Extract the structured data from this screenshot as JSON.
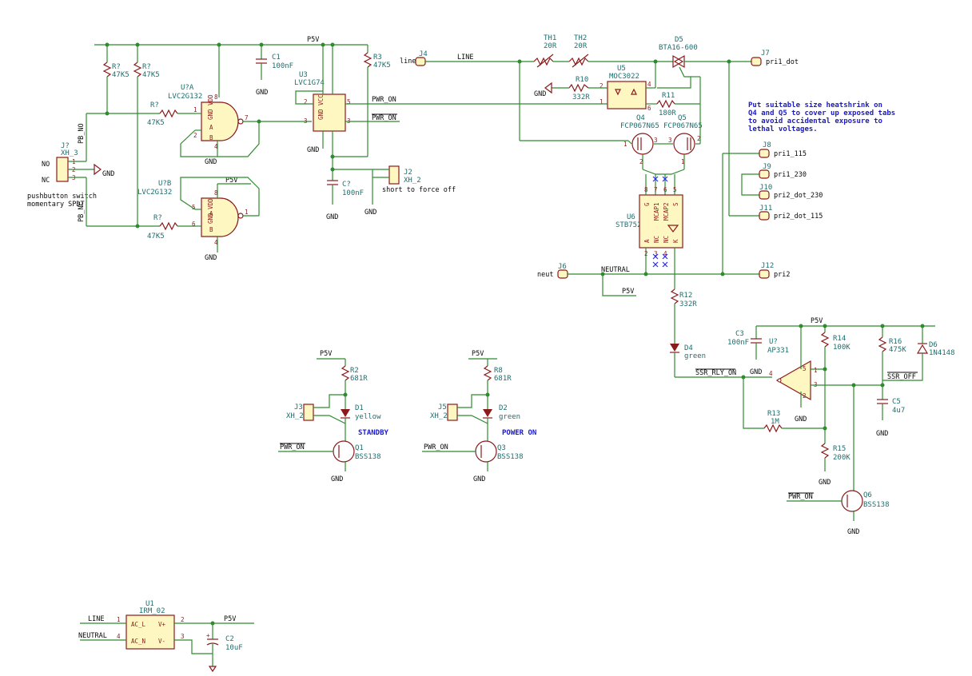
{
  "nets": {
    "p5v": "P5V",
    "gnd": "GND",
    "line": "LINE",
    "neutral": "NEUTRAL",
    "pwr_on": "PWR_ON",
    "pb_no": "PB_NO",
    "pb_nc": "PB_NC",
    "ssr_rly_on": "SSR_RLY_ON",
    "ssr_off": "SSR_OFF"
  },
  "labels": {
    "no": "NO",
    "nc": "NC",
    "pushbutton": "pushbutton switch",
    "momentary": "momentary SPDT",
    "short_to_force_off": "short to force off",
    "standby": "STANDBY",
    "power_on": "POWER ON",
    "note_line1": "Put suitable size heatshrink on",
    "note_line2": "Q4 and Q5 to cover up exposed tabs",
    "note_line3": "to avoid accidental exposure to",
    "note_line4": "lethal voltages."
  },
  "components": {
    "r_pb_no": {
      "ref": "R?",
      "value": "47K5"
    },
    "r_pb_nc": {
      "ref": "R?",
      "value": "47K5"
    },
    "r_pull1": {
      "ref": "R?",
      "value": "47K5"
    },
    "r_pull2": {
      "ref": "R?",
      "value": "47K5"
    },
    "r3": {
      "ref": "R3",
      "value": "47K5"
    },
    "c1": {
      "ref": "C1",
      "value": "100nF"
    },
    "c_u3": {
      "ref": "C?",
      "value": "100nF"
    },
    "uA": {
      "ref": "U?A",
      "value": "LVC2G132"
    },
    "uB": {
      "ref": "U?B",
      "value": "LVC2G132"
    },
    "u3": {
      "ref": "U3",
      "value": "LVC1G74"
    },
    "j_sw": {
      "ref": "J?",
      "value": "XH_3"
    },
    "j2": {
      "ref": "J2",
      "value": "XH_2"
    },
    "j4": {
      "ref": "J4",
      "value": "line"
    },
    "th1": {
      "ref": "TH1",
      "value": "20R"
    },
    "th2": {
      "ref": "TH2",
      "value": "20R"
    },
    "d5": {
      "ref": "D5",
      "value": "BTA16-600"
    },
    "j7": {
      "ref": "J7",
      "value": "pri1_dot"
    },
    "r10": {
      "ref": "R10",
      "value": "332R"
    },
    "u5": {
      "ref": "U5",
      "value": "MOC3022"
    },
    "r11": {
      "ref": "R11",
      "value": "180R"
    },
    "q4": {
      "ref": "Q4",
      "value": "FCP067N65"
    },
    "q5": {
      "ref": "Q5",
      "value": "FCP067N65"
    },
    "u6": {
      "ref": "U6",
      "value": "STB752"
    },
    "j6": {
      "ref": "J6",
      "value": "neut"
    },
    "j8": {
      "ref": "J8",
      "value": "pri1_115"
    },
    "j9": {
      "ref": "J9",
      "value": "pri1_230"
    },
    "j10": {
      "ref": "J10",
      "value": "pri2_dot_230"
    },
    "j11": {
      "ref": "J11",
      "value": "pri2_dot_115"
    },
    "j12": {
      "ref": "J12",
      "value": "pri2"
    },
    "r12": {
      "ref": "R12",
      "value": "332R"
    },
    "d4": {
      "ref": "D4",
      "value": "green"
    },
    "c3": {
      "ref": "C3",
      "value": "100nF"
    },
    "u7": {
      "ref": "U?",
      "value": "AP331"
    },
    "r14": {
      "ref": "R14",
      "value": "100K"
    },
    "r16": {
      "ref": "R16",
      "value": "475K"
    },
    "d6": {
      "ref": "D6",
      "value": "1N4148"
    },
    "r13": {
      "ref": "R13",
      "value": "1M"
    },
    "c5": {
      "ref": "C5",
      "value": "4u7"
    },
    "r15": {
      "ref": "R15",
      "value": "200K"
    },
    "q6": {
      "ref": "Q6",
      "value": "BSS138"
    },
    "r2": {
      "ref": "R2",
      "value": "681R"
    },
    "d1": {
      "ref": "D1",
      "value": "yellow"
    },
    "j3": {
      "ref": "J3",
      "value": "XH_2"
    },
    "q1": {
      "ref": "Q1",
      "value": "BSS138"
    },
    "r8": {
      "ref": "R8",
      "value": "681R"
    },
    "d2": {
      "ref": "D2",
      "value": "green"
    },
    "j5": {
      "ref": "J5",
      "value": "XH_2"
    },
    "q3": {
      "ref": "Q3",
      "value": "BSS138"
    },
    "u1": {
      "ref": "U1",
      "value": "IRM_02"
    },
    "c2": {
      "ref": "C2",
      "value": "10uF"
    }
  },
  "pins": {
    "ac_l": "AC_L",
    "ac_n": "AC_N",
    "vplus": "V+",
    "vminus": "V-",
    "a": "A",
    "b": "B",
    "gnd": "GND",
    "vdd": "VDD",
    "u6_g": "G",
    "u6_s": "S",
    "u6_mcap1": "MCAP1",
    "u6_mcap2": "MCAP2",
    "u6_nc1": "NC",
    "u6_nc2": "NC",
    "u6_a": "A",
    "u6_k": "K"
  }
}
